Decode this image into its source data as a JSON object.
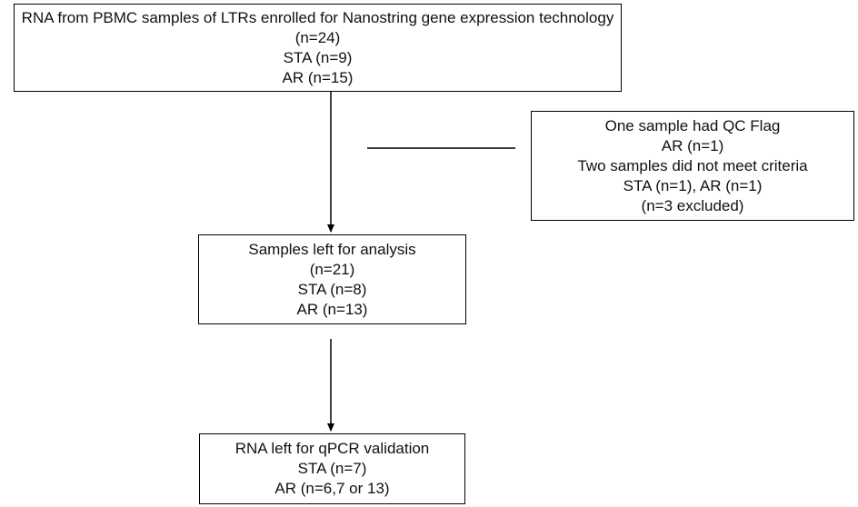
{
  "boxes": {
    "enrolled": {
      "lines": [
        "RNA from PBMC samples of LTRs enrolled for Nanostring gene expression technology",
        "(n=24)",
        "STA (n=9)",
        "AR (n=15)"
      ]
    },
    "excluded": {
      "lines": [
        "One sample had QC Flag",
        "AR (n=1)",
        "Two samples did not meet criteria",
        "STA (n=1), AR (n=1)",
        "(n=3 excluded)"
      ]
    },
    "analysis": {
      "lines": [
        "Samples left for analysis",
        "(n=21)",
        "STA (n=8)",
        "AR (n=13)"
      ]
    },
    "qpcr": {
      "lines": [
        "RNA left for qPCR validation",
        "STA (n=7)",
        "AR (n=6,7 or 13)"
      ]
    }
  },
  "colors": {
    "line": "#000000",
    "box_border": "#000000",
    "text": "#111111",
    "background": "#ffffff"
  }
}
